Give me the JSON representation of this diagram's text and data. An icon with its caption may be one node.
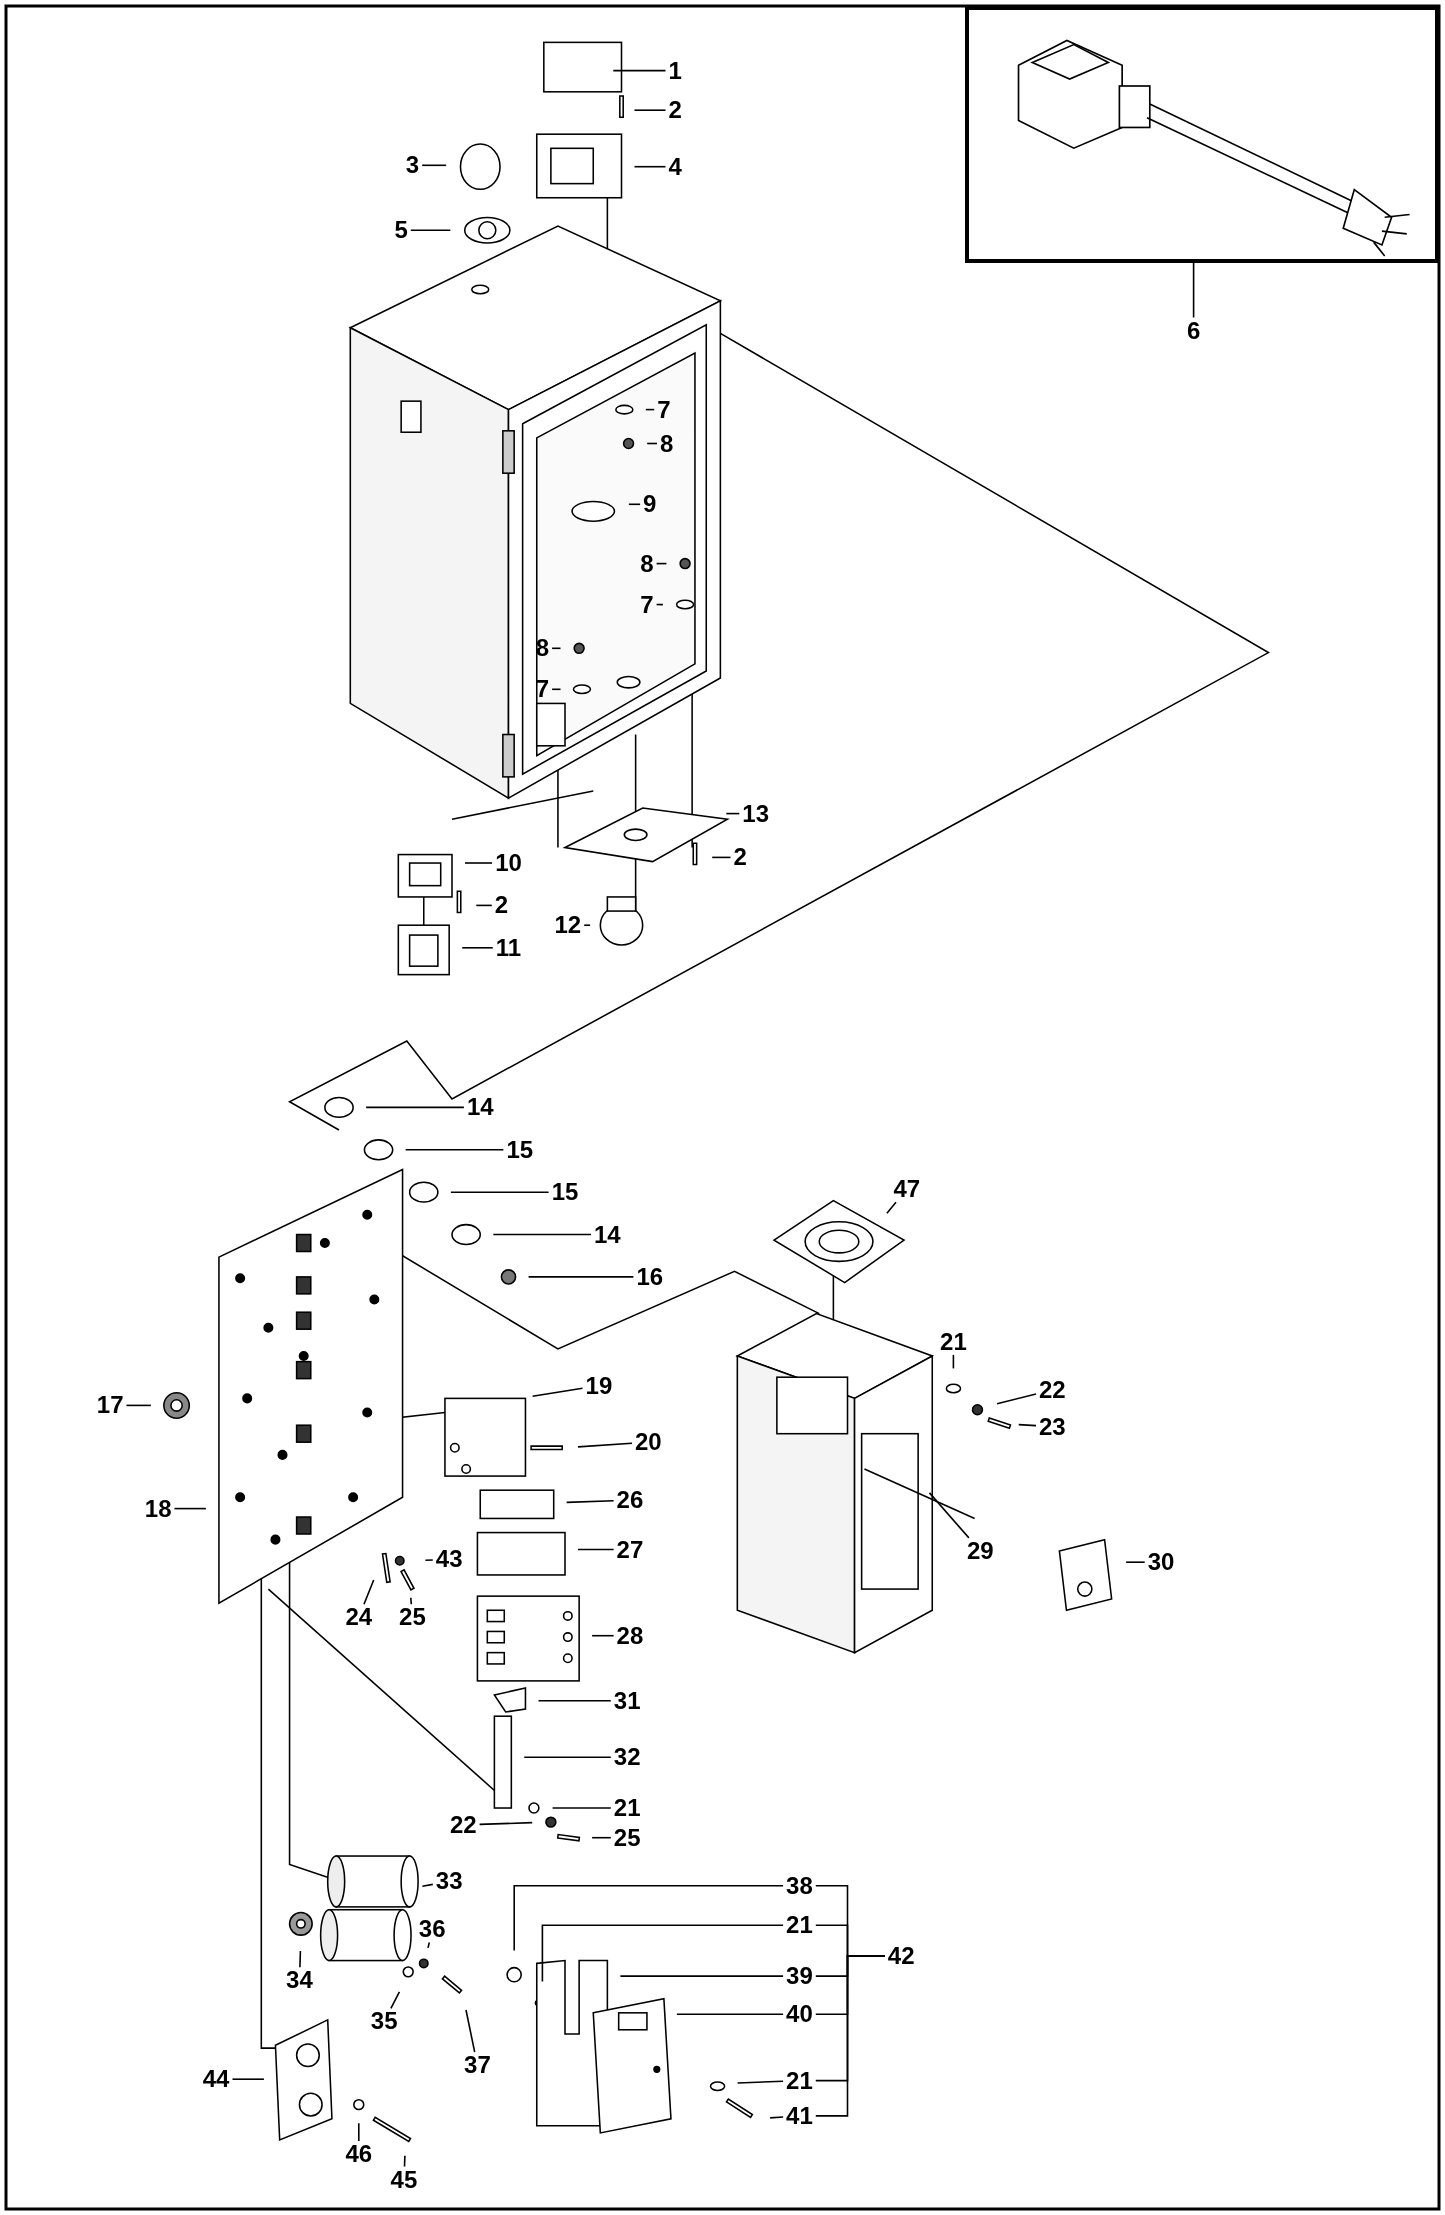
{
  "diagram": {
    "nodes": [
      {
        "text": [
          "1"
        ]
      },
      {
        "text": [
          "2"
        ]
      },
      {
        "text": [
          "3"
        ]
      },
      {
        "text": [
          "4"
        ]
      },
      {
        "text": [
          "5"
        ]
      },
      {
        "text": [
          "6"
        ]
      },
      {
        "text": [
          "7"
        ]
      },
      {
        "text": [
          "8"
        ]
      },
      {
        "text": [
          "9"
        ]
      },
      {
        "text": [
          "8"
        ]
      },
      {
        "text": [
          "7"
        ]
      },
      {
        "text": [
          "8"
        ]
      },
      {
        "text": [
          "7"
        ]
      },
      {
        "text": [
          "13"
        ]
      },
      {
        "text": [
          "2"
        ]
      },
      {
        "text": [
          "10"
        ]
      },
      {
        "text": [
          "2"
        ]
      },
      {
        "text": [
          "12"
        ]
      },
      {
        "text": [
          "11"
        ]
      },
      {
        "text": [
          "14"
        ]
      },
      {
        "text": [
          "15"
        ]
      },
      {
        "text": [
          "15"
        ]
      },
      {
        "text": [
          "14"
        ]
      },
      {
        "text": [
          "16"
        ]
      },
      {
        "text": [
          "47"
        ]
      },
      {
        "text": [
          "21"
        ]
      },
      {
        "text": [
          "22"
        ]
      },
      {
        "text": [
          "23"
        ]
      },
      {
        "text": [
          "17"
        ]
      },
      {
        "text": [
          "19"
        ]
      },
      {
        "text": [
          "20"
        ]
      },
      {
        "text": [
          "18"
        ]
      },
      {
        "text": [
          "26"
        ]
      },
      {
        "text": [
          "27"
        ]
      },
      {
        "text": [
          "43"
        ]
      },
      {
        "text": [
          "24"
        ]
      },
      {
        "text": [
          "25"
        ]
      },
      {
        "text": [
          "29"
        ]
      },
      {
        "text": [
          "30"
        ]
      },
      {
        "text": [
          "28"
        ]
      },
      {
        "text": [
          "31"
        ]
      },
      {
        "text": [
          "32"
        ]
      },
      {
        "text": [
          "21"
        ]
      },
      {
        "text": [
          "22"
        ]
      },
      {
        "text": [
          "25"
        ]
      },
      {
        "text": [
          "33"
        ]
      },
      {
        "text": [
          "34"
        ]
      },
      {
        "text": [
          "36"
        ]
      },
      {
        "text": [
          "35"
        ]
      },
      {
        "text": [
          "37"
        ]
      },
      {
        "text": [
          "38"
        ]
      },
      {
        "text": [
          "21"
        ]
      },
      {
        "text": [
          "39"
        ]
      },
      {
        "text": [
          "40"
        ]
      },
      {
        "text": [
          "21"
        ]
      },
      {
        "text": [
          "41"
        ]
      },
      {
        "text": [
          "44"
        ]
      },
      {
        "text": [
          "46"
        ]
      },
      {
        "text": [
          "45"
        ]
      },
      {
        "text": [
          "42"
        ]
      },
      {
        "text": [],
        "shape": "picture"
      }
    ],
    "edges": [
      {
        "from": 0,
        "to": null,
        "arrow": "none"
      },
      {
        "from": 1,
        "to": null,
        "arrow": "none"
      },
      {
        "from": 2,
        "to": null,
        "arrow": "none"
      },
      {
        "from": 3,
        "to": null,
        "arrow": "none"
      },
      {
        "from": 4,
        "to": null,
        "arrow": "none"
      },
      {
        "from": 5,
        "to": 60,
        "arrow": "none"
      },
      {
        "from": 6,
        "to": null,
        "arrow": "none"
      },
      {
        "from": 7,
        "to": null,
        "arrow": "none"
      },
      {
        "from": 8,
        "to": null,
        "arrow": "none"
      },
      {
        "from": 9,
        "to": null,
        "arrow": "none"
      },
      {
        "from": 10,
        "to": null,
        "arrow": "none"
      },
      {
        "from": 11,
        "to": null,
        "arrow": "none"
      },
      {
        "from": 12,
        "to": null,
        "arrow": "none"
      },
      {
        "from": 13,
        "to": null,
        "arrow": "none"
      },
      {
        "from": 14,
        "to": null,
        "arrow": "none"
      },
      {
        "from": 15,
        "to": null,
        "arrow": "none"
      },
      {
        "from": 16,
        "to": null,
        "arrow": "none"
      },
      {
        "from": 17,
        "to": null,
        "arrow": "none"
      },
      {
        "from": 18,
        "to": null,
        "arrow": "none"
      },
      {
        "from": 19,
        "to": null,
        "arrow": "none"
      },
      {
        "from": 20,
        "to": null,
        "arrow": "none"
      },
      {
        "from": 21,
        "to": null,
        "arrow": "none"
      },
      {
        "from": 22,
        "to": null,
        "arrow": "none"
      },
      {
        "from": 23,
        "to": null,
        "arrow": "none"
      },
      {
        "from": 24,
        "to": null,
        "arrow": "none"
      },
      {
        "from": 25,
        "to": null,
        "arrow": "none"
      },
      {
        "from": 26,
        "to": null,
        "arrow": "none"
      },
      {
        "from": 27,
        "to": null,
        "arrow": "none"
      },
      {
        "from": 28,
        "to": null,
        "arrow": "none"
      },
      {
        "from": 29,
        "to": null,
        "arrow": "none"
      },
      {
        "from": 30,
        "to": null,
        "arrow": "none"
      },
      {
        "from": 31,
        "to": null,
        "arrow": "none"
      },
      {
        "from": 32,
        "to": null,
        "arrow": "none"
      },
      {
        "from": 33,
        "to": null,
        "arrow": "none"
      },
      {
        "from": 34,
        "to": null,
        "arrow": "none"
      },
      {
        "from": 35,
        "to": null,
        "arrow": "none"
      },
      {
        "from": 36,
        "to": null,
        "arrow": "none"
      },
      {
        "from": 37,
        "to": null,
        "arrow": "none"
      },
      {
        "from": 38,
        "to": null,
        "arrow": "none"
      },
      {
        "from": 39,
        "to": null,
        "arrow": "none"
      },
      {
        "from": 40,
        "to": null,
        "arrow": "none"
      },
      {
        "from": 41,
        "to": null,
        "arrow": "none"
      },
      {
        "from": 42,
        "to": null,
        "arrow": "none"
      },
      {
        "from": 43,
        "to": null,
        "arrow": "none"
      },
      {
        "from": 44,
        "to": null,
        "arrow": "none"
      },
      {
        "from": 45,
        "to": null,
        "arrow": "none"
      },
      {
        "from": 46,
        "to": null,
        "arrow": "none"
      },
      {
        "from": 47,
        "to": null,
        "arrow": "none"
      },
      {
        "from": 48,
        "to": null,
        "arrow": "none"
      },
      {
        "from": 49,
        "to": null,
        "arrow": "none"
      },
      {
        "from": 50,
        "to": null,
        "arrow": "none"
      },
      {
        "from": 51,
        "to": null,
        "arrow": "none"
      },
      {
        "from": 52,
        "to": null,
        "arrow": "none"
      },
      {
        "from": 53,
        "to": null,
        "arrow": "none"
      },
      {
        "from": 54,
        "to": null,
        "arrow": "none"
      },
      {
        "from": 55,
        "to": null,
        "arrow": "none"
      },
      {
        "from": 56,
        "to": null,
        "arrow": "none"
      },
      {
        "from": 57,
        "to": null,
        "arrow": "none"
      },
      {
        "from": 58,
        "to": null,
        "arrow": "none"
      },
      {
        "from": 50,
        "to": 59,
        "arrow": "none"
      },
      {
        "from": 51,
        "to": 59,
        "arrow": "none"
      },
      {
        "from": 52,
        "to": 59,
        "arrow": "none"
      },
      {
        "from": 53,
        "to": 59,
        "arrow": "none"
      },
      {
        "from": 54,
        "to": 59,
        "arrow": "none"
      },
      {
        "from": 55,
        "to": 59,
        "arrow": "none"
      }
    ]
  }
}
